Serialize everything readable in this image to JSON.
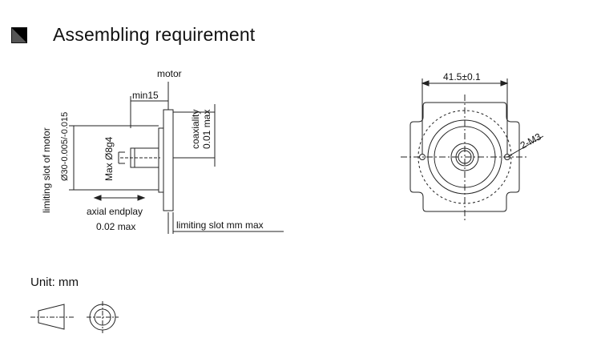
{
  "header": {
    "title": "Assembling requirement",
    "bullet_icon": "black-triangle-square-icon"
  },
  "side_view": {
    "motor_label": "motor",
    "min_label": "min15",
    "coaxiality_label": "coaxiality",
    "coaxiality_value": "0.01 max",
    "shaft_label": "Max Ø8g4",
    "limiting_slot_label": "limiting slot of motor",
    "limiting_slot_tol": "Ø30-0.005/-0.015",
    "axial_label": "axial endplay",
    "axial_value": "0.02 max",
    "limiting_slot_mm": "limiting slot mm max"
  },
  "front_view": {
    "width_dim": "41.5±0.1",
    "holes_label": "2-M3"
  },
  "unit_label": "Unit: mm",
  "projection_symbol": "first-angle-projection-icon"
}
